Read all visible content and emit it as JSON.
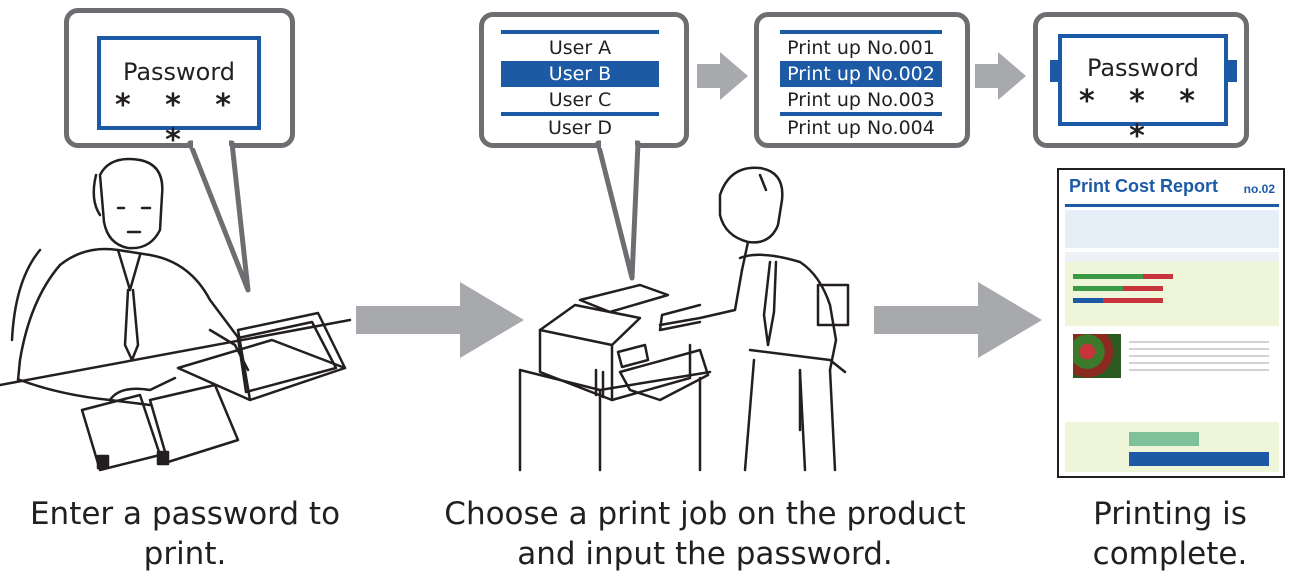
{
  "colors": {
    "accent": "#1d5aa6",
    "arrow": "#a7a9ac",
    "bubble_border": "#6d6e71"
  },
  "step1": {
    "screen_label": "Password",
    "screen_stars": "* * * *",
    "caption": "Enter a password to print."
  },
  "step2": {
    "users": [
      {
        "label": "User A",
        "selected": false
      },
      {
        "label": "User B",
        "selected": true
      },
      {
        "label": "User C",
        "selected": false
      },
      {
        "label": "User D",
        "selected": false
      }
    ],
    "jobs": [
      {
        "label": "Print up No.001",
        "selected": false
      },
      {
        "label": "Print up No.002",
        "selected": true
      },
      {
        "label": "Print up No.003",
        "selected": false
      },
      {
        "label": "Print up No.004",
        "selected": false
      }
    ],
    "password_label": "Password",
    "password_stars": "* * * *",
    "caption_line1": "Choose a print job on the product",
    "caption_line2": "and input the password."
  },
  "step3": {
    "report_title": "Print Cost Report",
    "report_no": "no.02",
    "caption_line1": "Printing is",
    "caption_line2": "complete."
  }
}
